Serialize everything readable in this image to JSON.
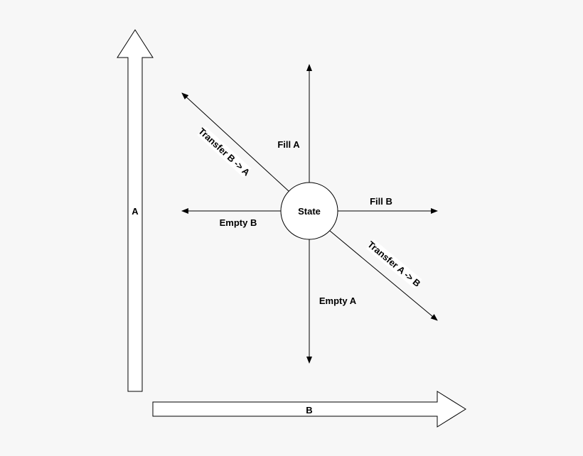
{
  "axes": {
    "vertical_label": "A",
    "horizontal_label": "B"
  },
  "center_node": {
    "label": "State"
  },
  "actions": {
    "fill_a": "Fill A",
    "fill_b": "Fill B",
    "empty_a": "Empty A",
    "empty_b": "Empty B",
    "transfer_a_to_b": "Transfer A -> B",
    "transfer_b_to_a": "Transfer B -> A"
  },
  "colors": {
    "background": "#f7f7f7",
    "stroke": "#000000",
    "fill": "#ffffff"
  }
}
